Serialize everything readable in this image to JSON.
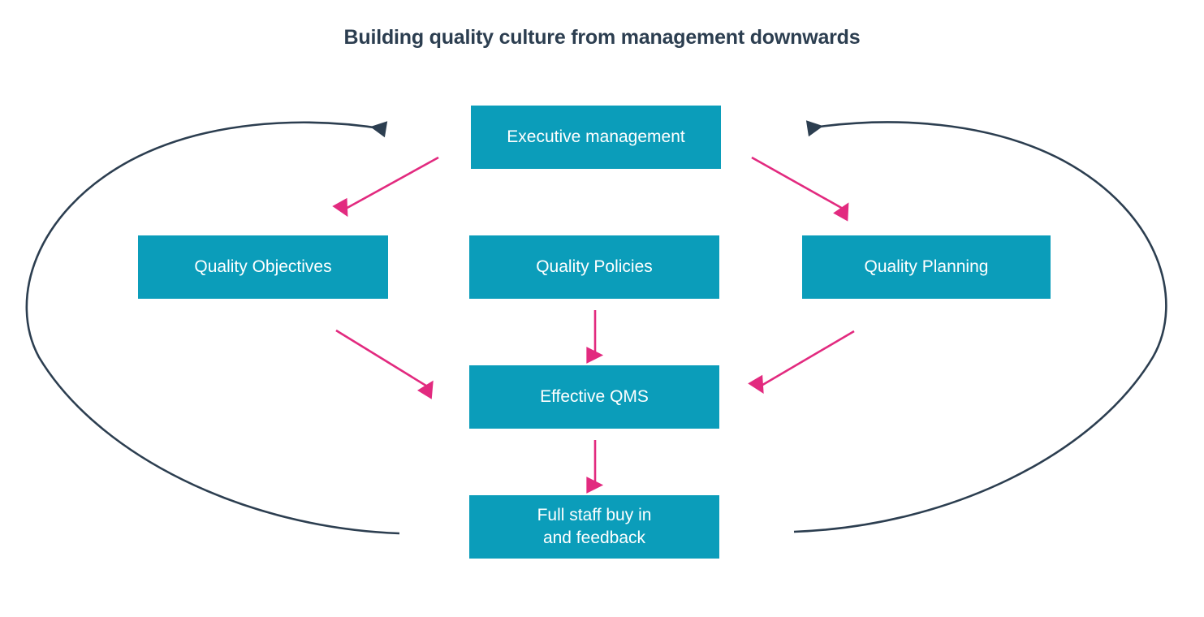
{
  "diagram": {
    "title": "Building quality culture from management downwards",
    "type": "flow-cycle-diagram",
    "colors": {
      "box_fill": "#0b9dba",
      "box_text": "#ffffff",
      "title_text": "#2c3e50",
      "arrow_pink": "#e22a7f",
      "arrow_navy": "#2c3e50",
      "background": "#ffffff"
    },
    "nodes": [
      {
        "id": "executive-management",
        "label": "Executive management"
      },
      {
        "id": "quality-objectives",
        "label": "Quality Objectives"
      },
      {
        "id": "quality-policies",
        "label": "Quality Policies"
      },
      {
        "id": "quality-planning",
        "label": "Quality Planning"
      },
      {
        "id": "effective-qms",
        "label": "Effective QMS"
      },
      {
        "id": "full-staff-buy-in",
        "label": "Full staff buy in\nand feedback"
      }
    ],
    "connections": [
      {
        "id": "exec-to-objectives",
        "from": "executive-management",
        "to": "quality-objectives",
        "color": "pink",
        "style": "diagonal-arrow"
      },
      {
        "id": "exec-to-planning",
        "from": "executive-management",
        "to": "quality-planning",
        "color": "pink",
        "style": "diagonal-arrow"
      },
      {
        "id": "policies-to-qms",
        "from": "quality-policies",
        "to": "effective-qms",
        "color": "pink",
        "style": "vertical-arrow"
      },
      {
        "id": "objectives-to-qms",
        "from": "quality-objectives",
        "to": "effective-qms",
        "color": "pink",
        "style": "diagonal-arrow"
      },
      {
        "id": "planning-to-qms",
        "from": "quality-planning",
        "to": "effective-qms",
        "color": "pink",
        "style": "diagonal-arrow"
      },
      {
        "id": "qms-to-staff",
        "from": "effective-qms",
        "to": "full-staff-buy-in",
        "color": "pink",
        "style": "vertical-arrow"
      },
      {
        "id": "feedback-loop-left",
        "from": "full-staff-buy-in",
        "to": "executive-management",
        "color": "navy",
        "style": "ellipse-loop-arrow"
      },
      {
        "id": "feedback-loop-right",
        "from": "full-staff-buy-in",
        "to": "executive-management",
        "color": "navy",
        "style": "ellipse-loop-arrow"
      }
    ]
  }
}
